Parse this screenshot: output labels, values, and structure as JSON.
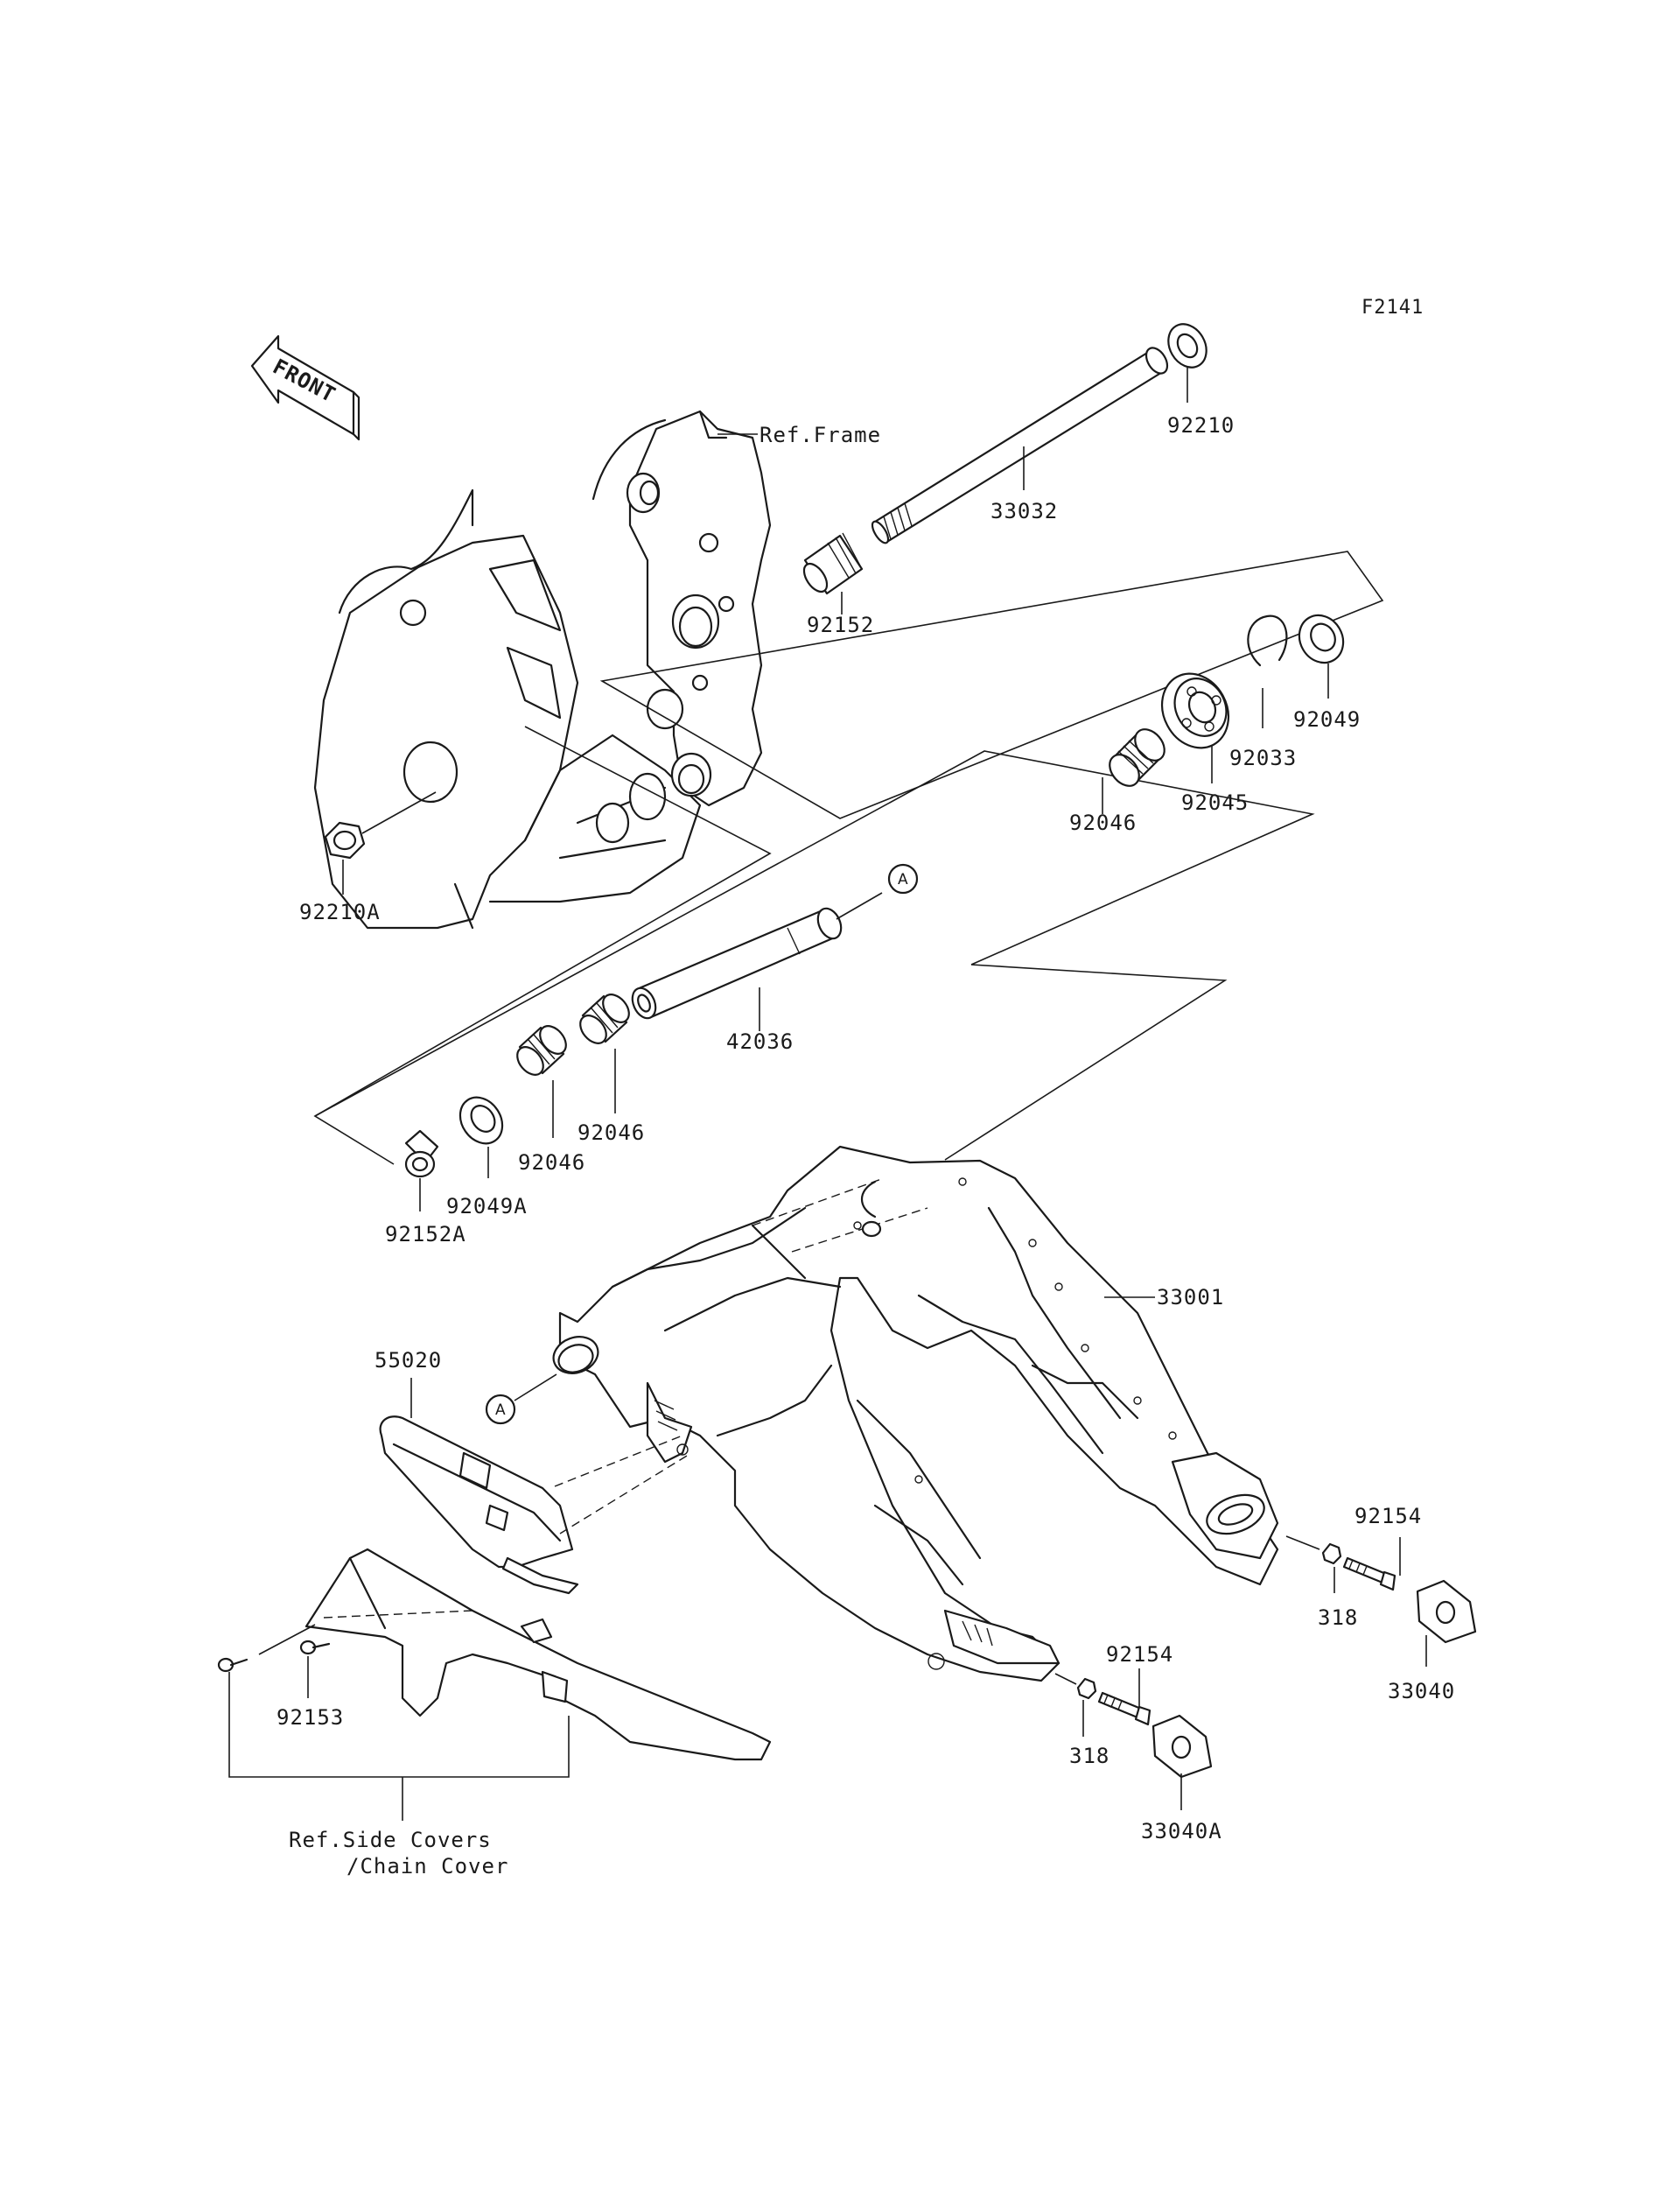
{
  "figure_code": "F2141",
  "front_badge": "FRONT",
  "circle_marker": "A",
  "refs": {
    "frame": "Ref.Frame",
    "side_covers_line1": "Ref.Side Covers",
    "side_covers_line2": "/Chain Cover"
  },
  "parts": {
    "p92210": "92210",
    "p33032": "33032",
    "p92152": "92152",
    "p92049": "92049",
    "p92033": "92033",
    "p92045": "92045",
    "p92046_top": "92046",
    "p92210A": "92210A",
    "p42036": "42036",
    "p92046_a": "92046",
    "p92046_b": "92046",
    "p92049A": "92049A",
    "p92152A": "92152A",
    "p33001": "33001",
    "p55020": "55020",
    "p92154_right": "92154",
    "p318_right": "318",
    "p33040": "33040",
    "p92154_mid": "92154",
    "p318_mid": "318",
    "p33040A": "33040A",
    "p92153": "92153"
  }
}
